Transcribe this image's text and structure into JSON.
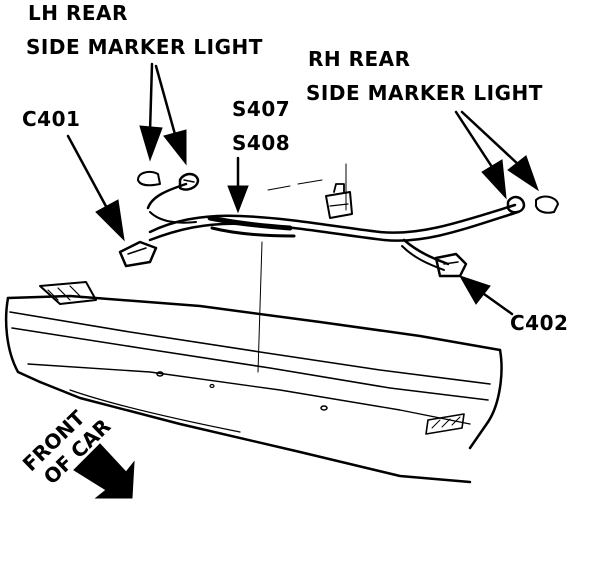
{
  "labels": {
    "lh_rear_line1": "LH REAR",
    "lh_rear_line2": "SIDE MARKER LIGHT",
    "rh_rear_line1": "RH REAR",
    "rh_rear_line2": "SIDE MARKER LIGHT",
    "c401": "C401",
    "s407": "S407",
    "s408": "S408",
    "c402": "C402",
    "front_line1": "FRONT",
    "front_line2": "OF CAR"
  },
  "colors": {
    "ink": "#000000",
    "paper": "#ffffff"
  }
}
